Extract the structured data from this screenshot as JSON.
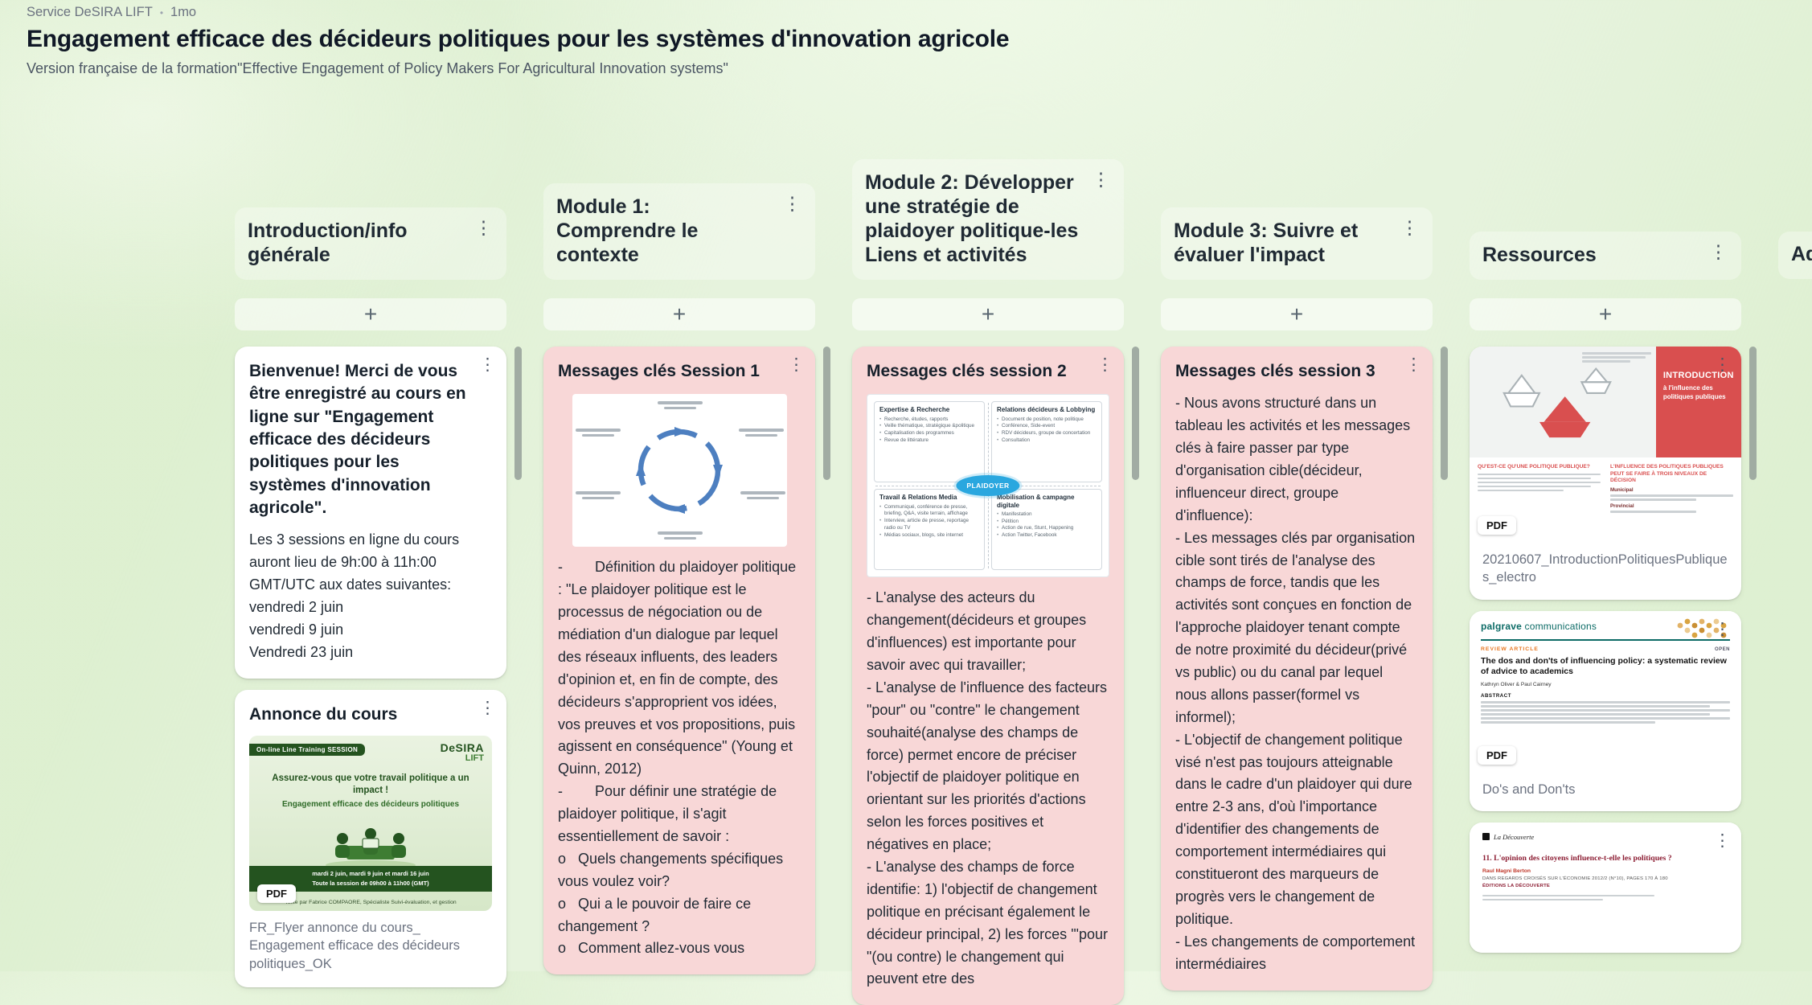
{
  "icons": {
    "kebab": "⋮",
    "plus": "+",
    "dot": "•"
  },
  "header": {
    "author": "Service DeSIRA LIFT",
    "time_ago": "1mo",
    "title": "Engagement efficace des décideurs politiques pour les systèmes d'innovation agricole",
    "subtitle": "Version française de la formation\"Effective Engagement of Policy Makers For Agricultural Innovation systems\""
  },
  "board": {
    "partial_column_label": "Ad",
    "columns": [
      {
        "label": "Introduction/info générale",
        "cards": [
          {
            "title": "Bienvenue! Merci de vous être enregistré au cours en ligne sur \"Engagement efficace des décideurs politiques pour les systèmes d'innovation agricole\".",
            "body": "Les 3 sessions en ligne du cours auront lieu de 9h:00 à 11h:00 GMT/UTC aux dates suivantes:\nvendredi 2 juin\nvendredi 9 juin\nVendredi 23 juin"
          },
          {
            "title": "Annonce du cours",
            "badge": "PDF",
            "caption": "FR_Flyer annonce du cours_ Engagement efficace des décideurs politiques_OK",
            "flyer": {
              "banner": "On-line Line Training SESSION",
              "logo_top": "DeSIRA",
              "logo_bottom": "LIFT",
              "heading": "Assurez-vous que votre travail politique a un impact !",
              "subheading": "Engagement efficace des décideurs politiques",
              "dates_line1": "mardi 2 juin, mardi 9 juin et mardi 16 juin",
              "dates_line2": "Toute la session de 09h00 à 11h00 (GMT)",
              "credit": "Texte par Fabrice COMPAORE, Spécialiste Suivi-évaluation, et gestion"
            }
          }
        ]
      },
      {
        "label": "Module 1: Comprendre le contexte",
        "cards": [
          {
            "title": "Messages clés Session 1",
            "body": "-        Définition du plaidoyer politique : \"Le plaidoyer politique est le processus de négociation ou de médiation d'un dialogue par lequel des réseaux influents, des leaders d'opinion et, en fin de compte, des décideurs s'approprient vos idées, vos preuves et vos propositions, puis agissent en conséquence\" (Young et Quinn, 2012)\n-        Pour définir une stratégie de plaidoyer politique, il s'agit essentiellement de savoir :\no   Quels changements spécifiques vous voulez voir?\no   Qui a le pouvoir de faire ce changement ?\no   Comment allez-vous vous"
          }
        ]
      },
      {
        "label": "Module 2: Développer une stratégie de plaidoyer politique-les Liens et activités",
        "cards": [
          {
            "title": "Messages clés session 2",
            "body": "- L'analyse des acteurs du changement(décideurs et groupes d'influences) est importante pour savoir avec qui travailler;\n- L'analyse de l'influence des facteurs \"pour\" ou \"contre\" le changement souhaité(analyse des champs de force) permet encore de préciser l'objectif de plaidoyer politique en orientant sur les priorités d'actions selon les forces positives et négatives en place;\n- L'analyse des champs de force identifie: 1) l'objectif de changement politique en précisant également le décideur principal, 2) les forces '\"pour \"(ou contre) le changement qui peuvent etre des"
          }
        ]
      },
      {
        "label": "Module 3: Suivre et évaluer l'impact",
        "cards": [
          {
            "title": "Messages clés session 3",
            "body": "- Nous avons structuré dans un tableau les activités et les messages clés à faire passer par type d'organisation cible(décideur, influenceur direct, groupe d'influence):\n- Les messages clés par organisation cible sont tirés de l'analyse des champs de force, tandis que les activités sont conçues en fonction de l'approche plaidoyer tenant compte de notre proximité du décideur(privé vs public) ou du canal par lequel nous allons passer(formel vs informel);\n- L'objectif de changement politique visé n'est pas toujours atteignable dans le cadre d'un plaidoyer qui dure entre 2-3 ans, d'où l'importance d'identifier des changements de comportement intermédiaires qui constitueront des marqueurs de progrès vers le changement de politique.\n- Les changements de comportement intermédiaires"
          }
        ]
      },
      {
        "label": "Ressources",
        "cards": [
          {
            "badge": "PDF",
            "caption": "20210607_IntroductionPolitiquesPubliques_electro",
            "preview": {
              "title": "INTRODUCTION",
              "subtitle": "à l'influence des politiques publiques",
              "heading_left": "QU'EST-CE QU'UNE POLITIQUE PUBLIQUE?",
              "heading_right": "L'INFLUENCE DES POLITIQUES PUBLIQUES PEUT SE FAIRE À TROIS NIVEAUX DE DÉCISION",
              "level_1": "Municipal",
              "level_2": "Provincial"
            }
          },
          {
            "badge": "PDF",
            "caption": "Do's and Don'ts",
            "preview": {
              "logo_word1": "palgrave",
              "logo_word2": "communications",
              "tag": "REVIEW ARTICLE",
              "open_label": "OPEN",
              "title": "The dos and don'ts of influencing policy: a systematic review of advice to academics",
              "authors": "Kathryn Oliver & Paul Cairney",
              "abstract_label": "ABSTRACT"
            }
          },
          {
            "preview": {
              "publisher": "La Découverte",
              "title": "11. L'opinion des citoyens influence-t-elle les politiques ?",
              "author": "Raul Magni Berton",
              "line1": "DANS REGARDS CROISÉS SUR L'ÉCONOMIE 2012/2 (N°10), PAGES 170 À 180",
              "line2": "ÉDITIONS LA DÉCOUVERTE"
            }
          }
        ]
      }
    ]
  },
  "diagrams": {
    "advocacy_mix": {
      "center": "PLAIDOYER",
      "quadrants": [
        {
          "title": "Expertise & Recherche",
          "items": [
            "Recherche, études, rapports",
            "Veille thématique, stratégique &politique",
            "Capitalisation des programmes",
            "Revue de littérature"
          ]
        },
        {
          "title": "Relations décideurs & Lobbying",
          "items": [
            "Document de position, note politique",
            "Conférence, Side-event",
            "RDV décideurs, groupe de concertation",
            "Consultation"
          ]
        },
        {
          "title": "Travail & Relations Media",
          "items": [
            "Communiqué, conférence de presse, briefing, Q&A, visite terrain, affichage",
            "Interview, article de presse, reportage radio ou TV",
            "Médias sociaux, blogs, site internet"
          ]
        },
        {
          "title": "Mobilisation & campagne digitale",
          "items": [
            "Manifestation",
            "Pétition",
            "Action de rue, Stunt, Happening",
            "Action Twitter, Facebook"
          ]
        }
      ]
    }
  }
}
